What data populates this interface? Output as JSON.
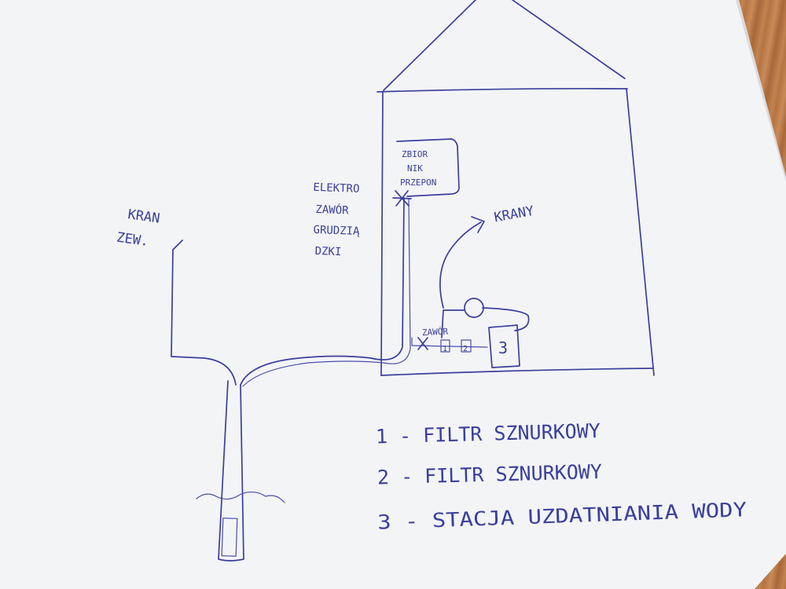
{
  "labels": {
    "kran_zew_line1": "KRAN",
    "kran_zew_line2": "ZEW.",
    "elektrozawor_line1": "ELEKTRO",
    "elektrozawor_line2": "ZAWÓR",
    "elektrozawor_line3": "GRUDZIĄ",
    "elektrozawor_line4": "DZKI",
    "zbiornik_line1": "ZBIOR",
    "zbiornik_line2": "NIK",
    "zbiornik_line3": "PRZEPON",
    "krany": "KRANY",
    "zawor": "ZAWÓR",
    "box1": "1",
    "box2": "2",
    "box3": "3"
  },
  "legend": [
    {
      "text": "1 - FILTR SZNURKOWY"
    },
    {
      "text": "2 - FILTR SZNURKOWY"
    },
    {
      "text": "3 - STACJA UZDATNIANIA WODY"
    }
  ],
  "colors": {
    "ink": "#3a3f9c",
    "paper": "#f4f5f7",
    "table": "#b8794a"
  }
}
